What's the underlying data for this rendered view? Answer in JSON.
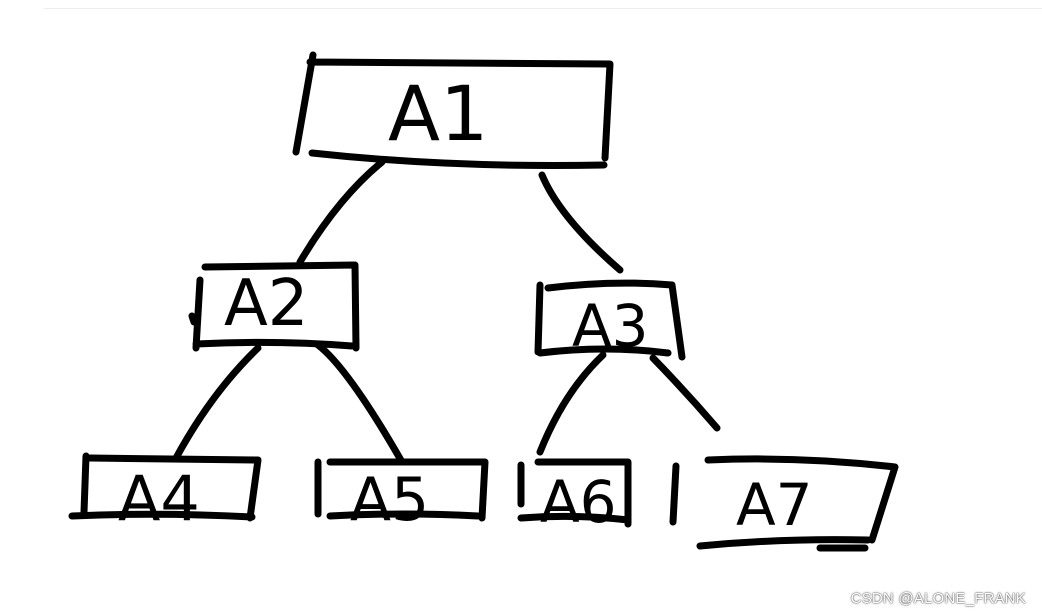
{
  "diagram": {
    "nodes": [
      {
        "id": "A1",
        "label": "A1"
      },
      {
        "id": "A2",
        "label": "A2"
      },
      {
        "id": "A3",
        "label": "A3"
      },
      {
        "id": "A4",
        "label": "A4"
      },
      {
        "id": "A5",
        "label": "A5"
      },
      {
        "id": "A6",
        "label": "A6"
      },
      {
        "id": "A7",
        "label": "A7"
      }
    ],
    "edges": [
      {
        "from": "A1",
        "to": "A2"
      },
      {
        "from": "A1",
        "to": "A3"
      },
      {
        "from": "A2",
        "to": "A4"
      },
      {
        "from": "A2",
        "to": "A5"
      },
      {
        "from": "A3",
        "to": "A6"
      },
      {
        "from": "A3",
        "to": "A7"
      }
    ],
    "stroke_color": "#000000"
  },
  "watermark": {
    "text": "CSDN @ALONE_FRANK"
  }
}
